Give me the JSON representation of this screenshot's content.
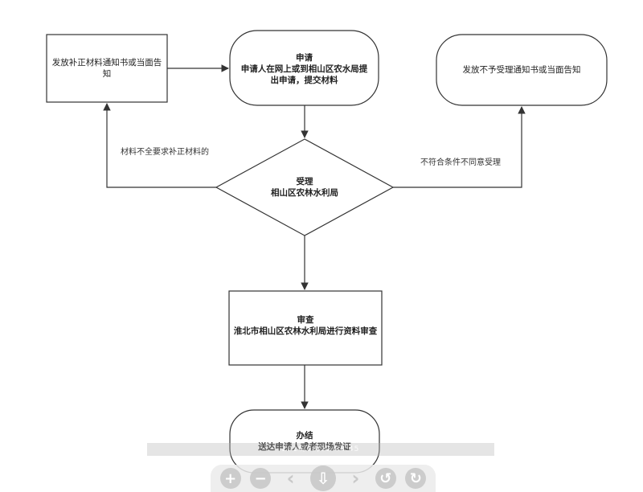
{
  "nodes": {
    "apply": {
      "title": "申请",
      "body": "申请人在网上或到相山区农水局提出申请，提交材料"
    },
    "notify_supplement": {
      "body": "发放补正材料通知书或当面告知"
    },
    "notify_reject": {
      "body": "发放不予受理通知书或当面告知"
    },
    "accept": {
      "title": "受理",
      "body": "相山区农林水利局"
    },
    "review": {
      "title": "审查",
      "body": "淮北市相山区农林水利局进行资料审查"
    },
    "finish": {
      "title": "办结",
      "body": "送达申请人或者现场发证"
    }
  },
  "edges": {
    "incomplete": "材料不全要求补正材料的",
    "not_qualified": "不符合条件不同意受理"
  },
  "watermark": "2016/08/11 08:45",
  "toolbar": {
    "zoom_in": "+",
    "zoom_out": "−",
    "prev": "‹",
    "download": "⇩",
    "next": "›",
    "rotate_left": "↺",
    "rotate_right": "↻"
  }
}
